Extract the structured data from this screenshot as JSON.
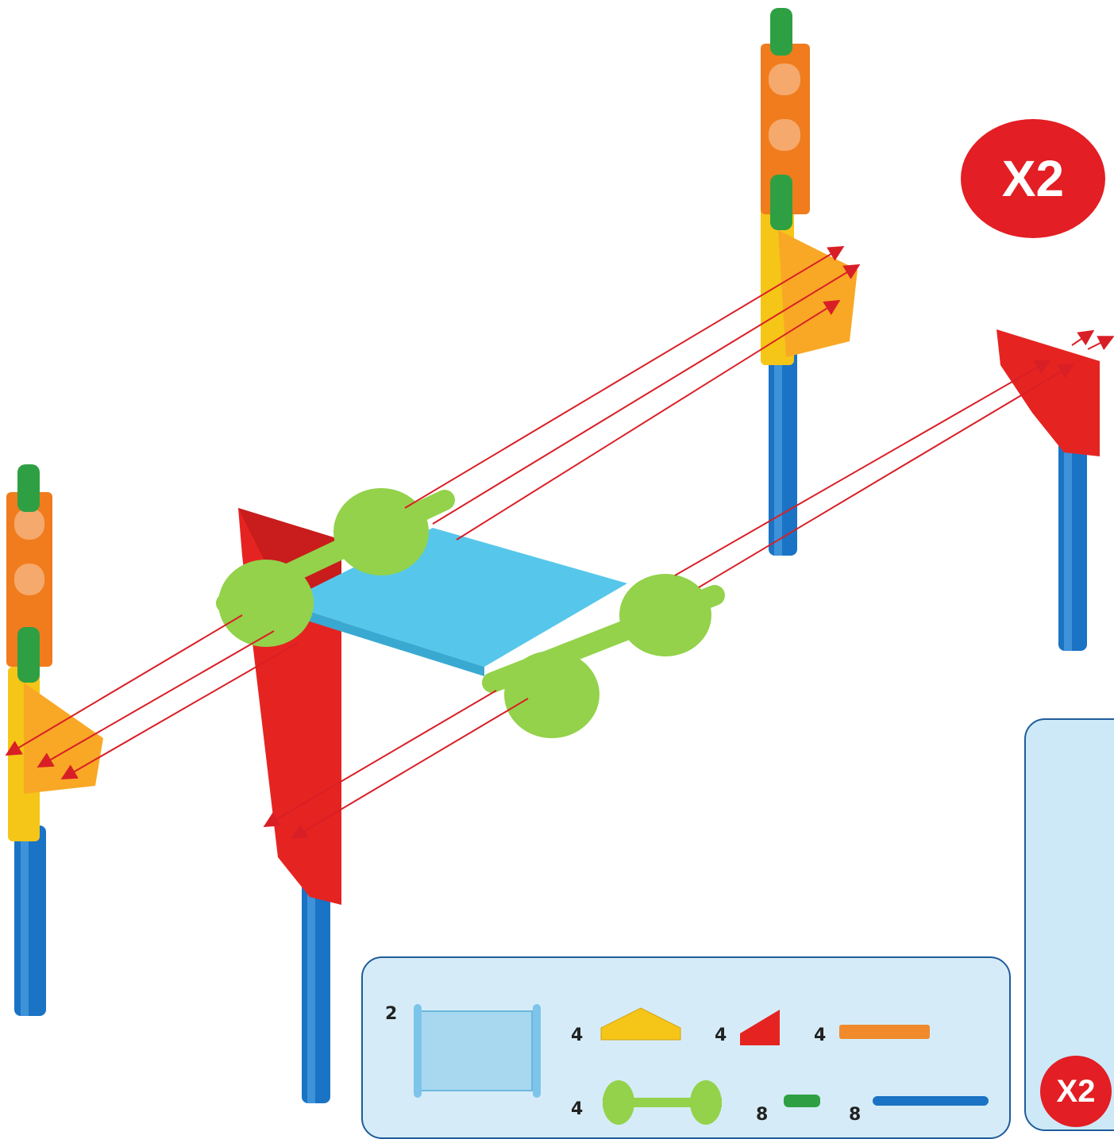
{
  "multiplier_badge": {
    "text": "X2"
  },
  "side_panel": {
    "badge_text": "X2"
  },
  "parts_list": [
    {
      "quantity": "2",
      "part": "light-blue-panel"
    },
    {
      "quantity": "4",
      "part": "yellow-hub"
    },
    {
      "quantity": "4",
      "part": "red-corner-connector"
    },
    {
      "quantity": "4",
      "part": "orange-rod"
    },
    {
      "quantity": "4",
      "part": "green-axle-with-wheels"
    },
    {
      "quantity": "8",
      "part": "green-small-connector"
    },
    {
      "quantity": "8",
      "part": "blue-long-rod"
    }
  ],
  "colors": {
    "badge": "#e31e24",
    "arrow": "#d91f26",
    "panel_bg": "#d5ecf8",
    "panel_border": "#1f5c9a",
    "blue_rod": "#1a73c4",
    "orange_rod": "#f07c1e",
    "green_connector": "#2ea043",
    "yellow_hub": "#f5c518",
    "red_corner": "#e52421",
    "lime_wheel": "#93d24a",
    "cyan_panel": "#56c7ea"
  }
}
